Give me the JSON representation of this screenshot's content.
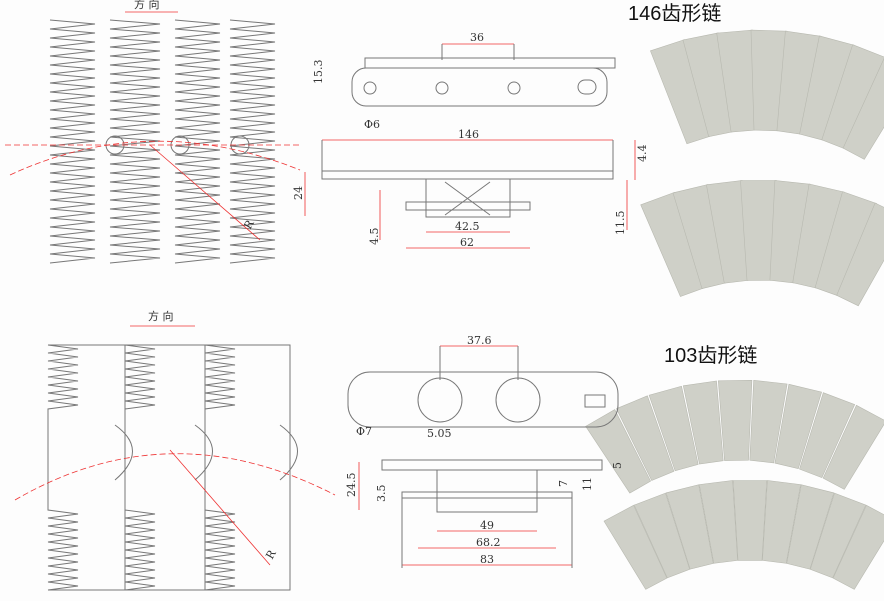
{
  "top_chain": {
    "title": "146齿形链",
    "direction_label": "方 向",
    "radius_label": "R",
    "dims": {
      "pitch": "36",
      "height_side": "15.3",
      "pin_dia": "Φ6",
      "width": "146",
      "top_thickness": "4.4",
      "total_height": "24",
      "tab_height": "4.5",
      "body_width": "42.5",
      "tab_width": "62",
      "lower_height": "11.5"
    }
  },
  "bottom_chain": {
    "title": "103齿形链",
    "direction_label": "方 向",
    "radius_label": "R",
    "dims": {
      "pitch": "37.6",
      "pin_dia": "Φ7",
      "offset": "5.05",
      "top_thickness": "5",
      "total_height": "24.5",
      "tab_height": "3.5",
      "inner_height": "7",
      "lower_height": "11",
      "body_width": "49",
      "guide_width": "68.2",
      "tab_width": "83"
    }
  },
  "colors": {
    "dimension": "#e33333",
    "line": "#777777",
    "render": "#cfd0c8"
  }
}
